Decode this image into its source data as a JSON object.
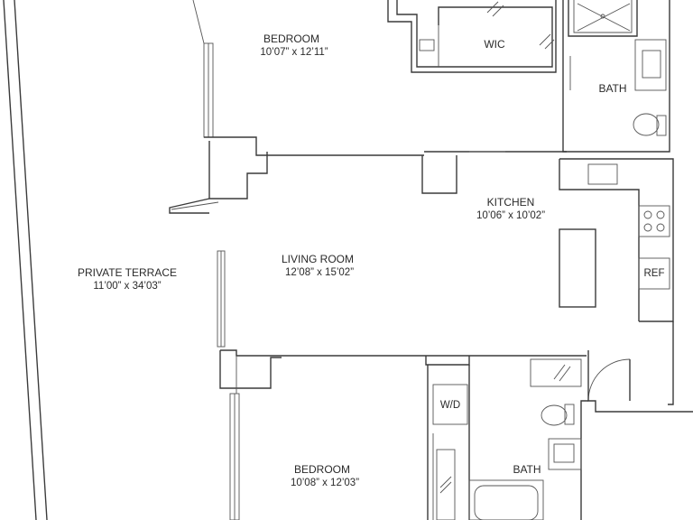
{
  "rooms": {
    "bedroom_top": {
      "name": "BEDROOM",
      "dims": "10’07” x 12’11”"
    },
    "wic": {
      "name": "WIC"
    },
    "bath_top": {
      "name": "BATH"
    },
    "kitchen": {
      "name": "KITCHEN",
      "dims": "10’06” x 10’02”"
    },
    "living_room": {
      "name": "LIVING ROOM",
      "dims": "12’08” x 15’02”"
    },
    "terrace": {
      "name": "PRIVATE TERRACE",
      "dims": "11’00” x 34’03”"
    },
    "bedroom_bottom": {
      "name": "BEDROOM",
      "dims": "10’08” x 12’03”"
    },
    "bath_bottom": {
      "name": "BATH"
    }
  },
  "fixtures": {
    "refrigerator": "REF",
    "washer_dryer": "W/D"
  },
  "colors": {
    "line": "#3a3a3a",
    "background": "#ffffff"
  }
}
